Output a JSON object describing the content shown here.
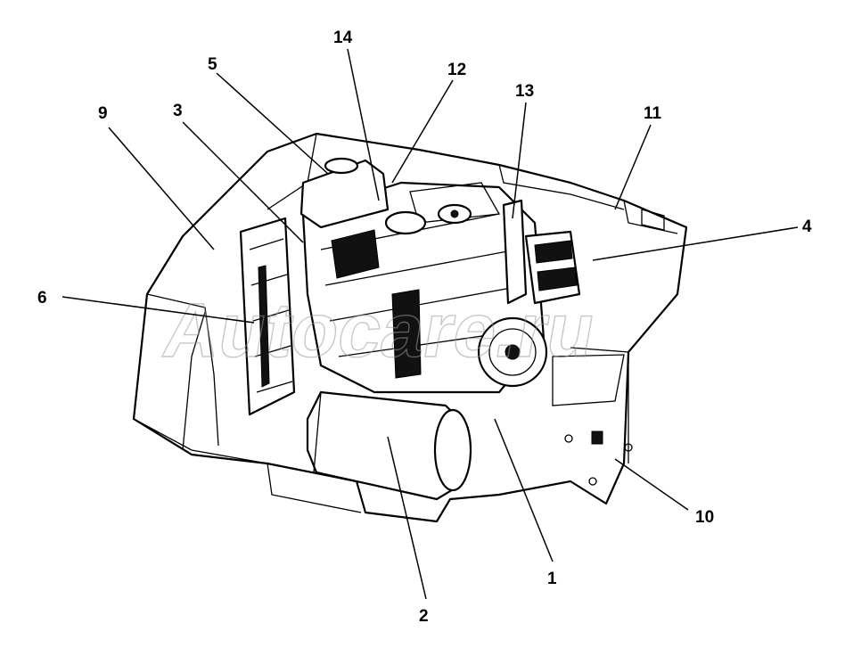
{
  "diagram": {
    "callouts": [
      {
        "id": "1",
        "label": "1"
      },
      {
        "id": "2",
        "label": "2"
      },
      {
        "id": "3",
        "label": "3"
      },
      {
        "id": "4",
        "label": "4"
      },
      {
        "id": "5",
        "label": "5"
      },
      {
        "id": "6",
        "label": "6"
      },
      {
        "id": "9",
        "label": "9"
      },
      {
        "id": "10",
        "label": "10"
      },
      {
        "id": "11",
        "label": "11"
      },
      {
        "id": "12",
        "label": "12"
      },
      {
        "id": "13",
        "label": "13"
      },
      {
        "id": "14",
        "label": "14"
      }
    ],
    "watermark": "Autocare.ru"
  }
}
